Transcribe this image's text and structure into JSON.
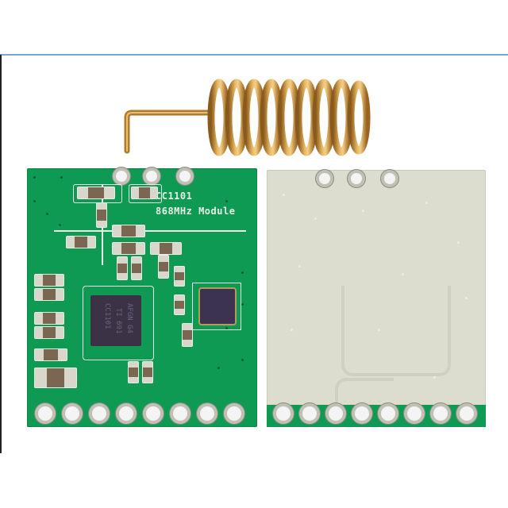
{
  "image": {
    "subject": "CC1101 868MHz RF transceiver module with helical spring antenna",
    "background_color": "#ffffff",
    "frame_line_color": "#7aa6cf"
  },
  "antenna": {
    "type": "helical spring antenna",
    "color": "#c8932f",
    "turns": 9
  },
  "front_board": {
    "silkscreen": {
      "line1": "CC1101",
      "line2": "868MHz Module"
    },
    "chip": {
      "line1": "CC1101",
      "line2": "TI 691",
      "line3": "AFGN G4"
    },
    "pcb_color": "#0e9a52",
    "top_pins": 3,
    "bottom_pins": 8
  },
  "back_board": {
    "pcb_color": "#dcdccf",
    "top_pins": 3,
    "bottom_pins": 8
  }
}
